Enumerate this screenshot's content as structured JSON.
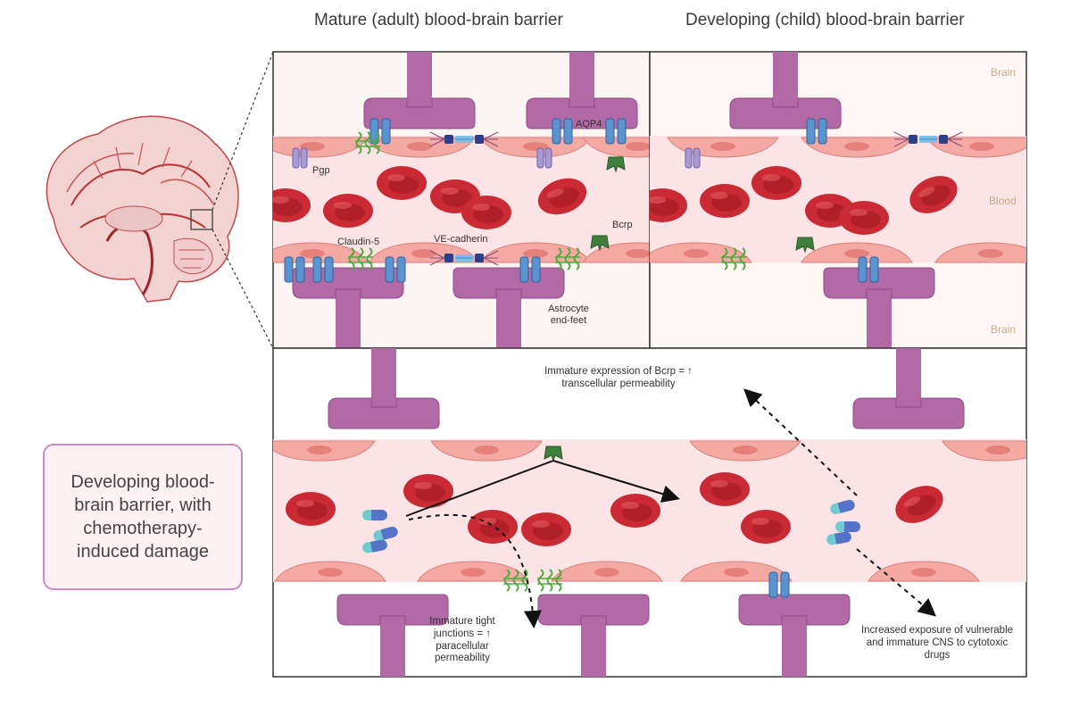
{
  "titles": {
    "mature": "Mature (adult) blood-brain barrier",
    "developing": "Developing (child) blood-brain barrier"
  },
  "labels": {
    "aqp4": "AQP4",
    "pgp": "Pgp",
    "bcrp": "Bcrp",
    "claudin5": "Claudin-5",
    "ve_cadherin": "VE-cadherin",
    "astrocyte": "Astrocyte end-feet",
    "brain_top": "Brain",
    "blood": "Blood",
    "brain_bottom": "Brain"
  },
  "notes": {
    "bcrp_note": "Immature expression of Bcrp = ↑ transcellular permeability",
    "tight_note": "Immature tight junctions = ↑ paracellular permeability",
    "exposure_note": "Increased exposure of vulnerable and immature CNS to cytotoxic drugs"
  },
  "summary": "Developing blood-brain barrier, with chemotherapy-induced damage",
  "colors": {
    "vessel": "#fbe3e6",
    "endothelial": "#f4a9a3",
    "endothelial_nucleus": "#e9827c",
    "rbc": "#cf2e36",
    "astrocyte": "#b26aa6",
    "channel": "#5b93cf",
    "tight_junction": "#4faa3c",
    "bcrp": "#3f7f3e",
    "pgp": "#a79ad3",
    "drug_capsule_blue": "#5573c9",
    "drug_capsule_teal": "#6fcbcf"
  }
}
